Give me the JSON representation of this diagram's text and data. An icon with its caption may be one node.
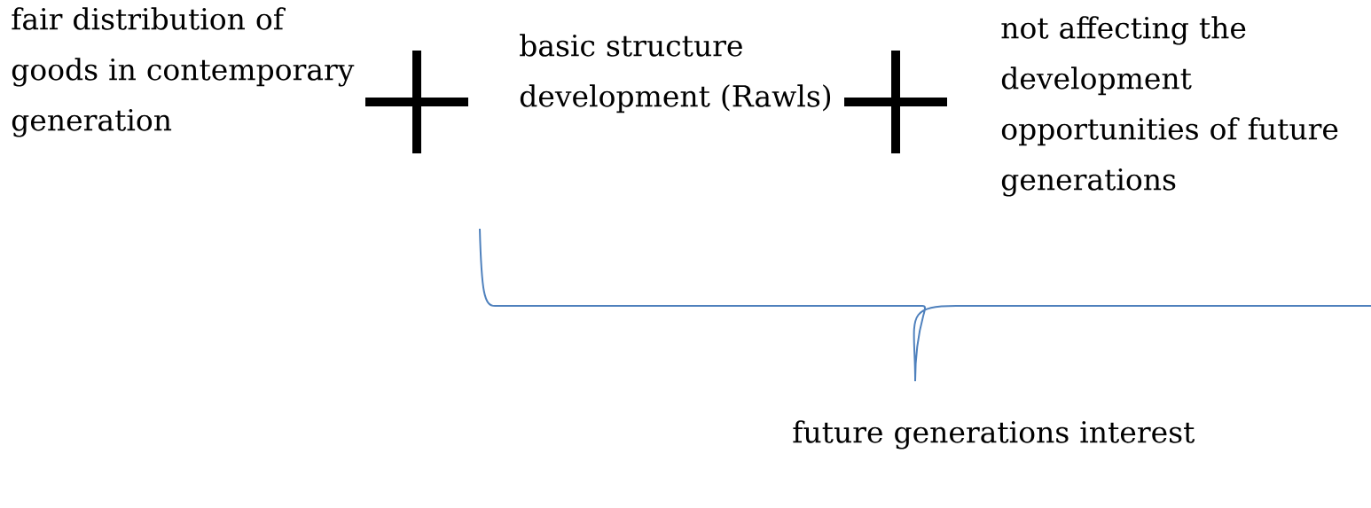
{
  "diagram": {
    "labels": [
      "fair distribution of goods in contemporary generation",
      "basic structure development (Rawls)",
      "not affecting the development opportunities of future generations",
      "future generations interest"
    ]
  }
}
